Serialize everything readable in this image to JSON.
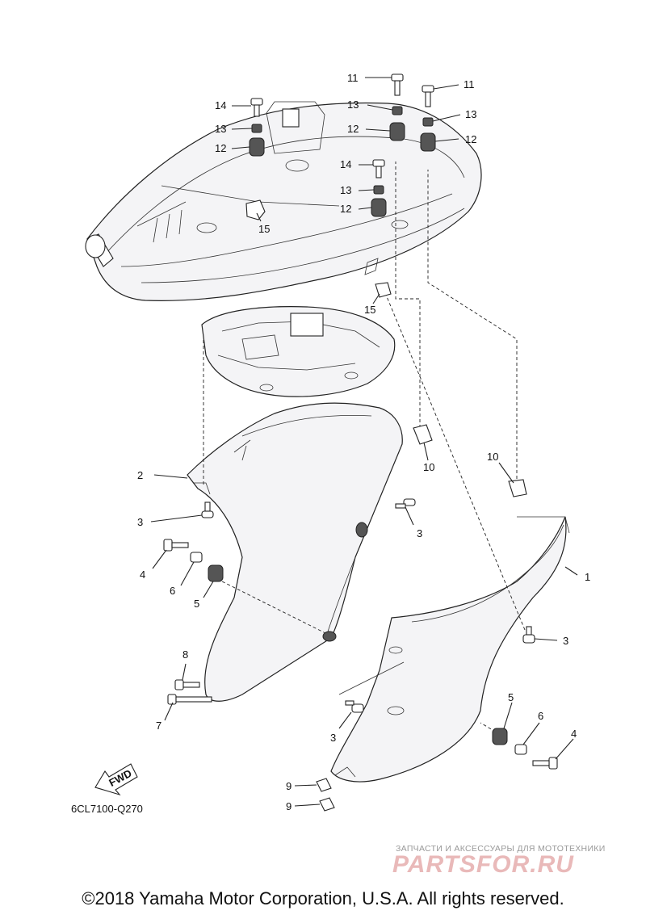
{
  "callouts": {
    "c11a": "11",
    "c11b": "11",
    "c13a": "13",
    "c13b": "13",
    "c13c": "13",
    "c13d": "13",
    "c12a": "12",
    "c12b": "12",
    "c12c": "12",
    "c12d": "12",
    "c14a": "14",
    "c14b": "14",
    "c15a": "15",
    "c15b": "15",
    "c10a": "10",
    "c10b": "10",
    "c2": "2",
    "c1": "1",
    "c3a": "3",
    "c3b": "3",
    "c3c": "3",
    "c3d": "3",
    "c4a": "4",
    "c4b": "4",
    "c5a": "5",
    "c5b": "5",
    "c6a": "6",
    "c6b": "6",
    "c7": "7",
    "c8": "8",
    "c9a": "9",
    "c9b": "9"
  },
  "fwd_label": "FWD",
  "drawing_code": "6CL7100-Q270",
  "watermark": {
    "subtitle": "ЗАПЧАСТИ И АКСЕССУАРЫ ДЛЯ МОТОТЕХНИКИ",
    "brand": "PARTSFOR.RU"
  },
  "copyright": "©2018 Yamaha Motor Corporation, U.S.A. All rights reserved."
}
